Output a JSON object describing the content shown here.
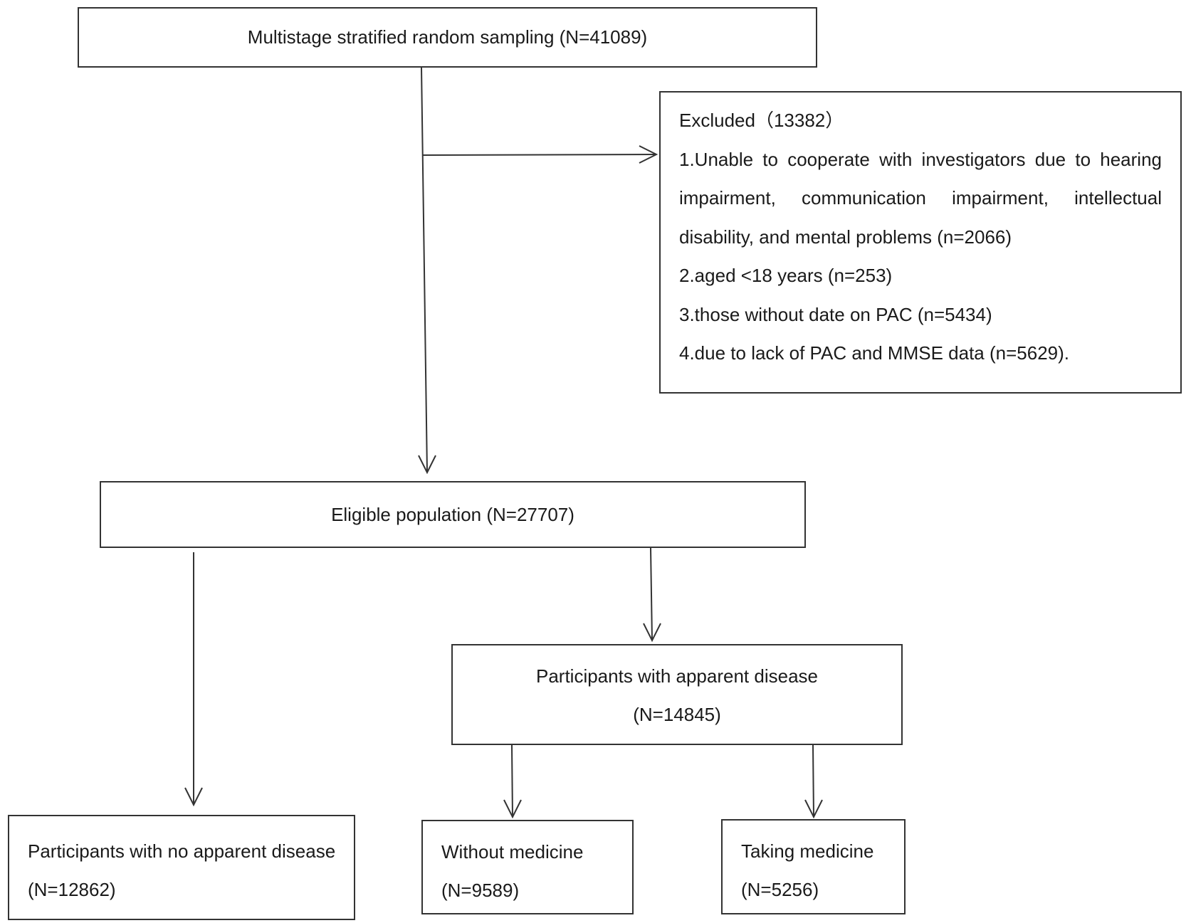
{
  "flow": {
    "sampling": {
      "label": "Multistage stratified random sampling (N=41089)"
    },
    "excluded": {
      "title": "Excluded（13382）",
      "reason1_line1": "1.Unable to cooperate with investigators due to hearing",
      "reason1_line2": "impairment, communication impairment, intellectual",
      "reason1_line3": "disability, and mental problems (n=2066)",
      "reason2": "2.aged <18 years (n=253)",
      "reason3": "3.those without date on PAC (n=5434)",
      "reason4": "4.due to lack of PAC and MMSE data (n=5629)."
    },
    "eligible": {
      "label": "Eligible population (N=27707)"
    },
    "apparent_disease": {
      "label": "Participants with apparent disease",
      "count": "(N=14845)"
    },
    "no_apparent_disease": {
      "label": "Participants with no apparent disease",
      "count": "(N=12862)"
    },
    "without_medicine": {
      "label": "Without medicine",
      "count": "(N=9589)"
    },
    "taking_medicine": {
      "label": "Taking medicine",
      "count": "(N=5256)"
    }
  },
  "colors": {
    "line": "#333333",
    "text": "#1a1a1a",
    "background": "#ffffff"
  }
}
